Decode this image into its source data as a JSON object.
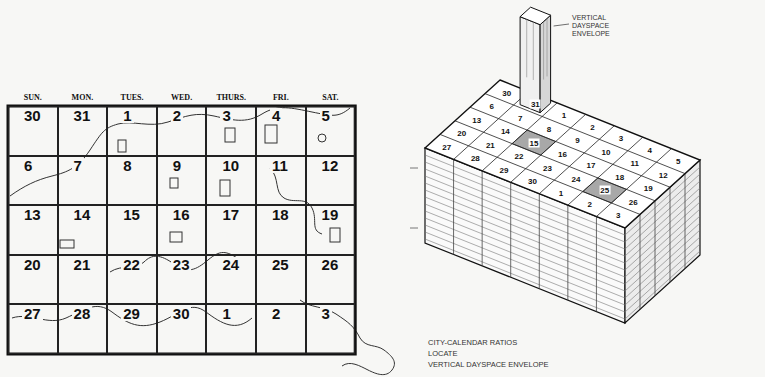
{
  "diagram": {
    "nodes": [
      {
        "text": [
          "30"
        ]
      },
      {
        "text": [
          "31"
        ]
      },
      {
        "text": [
          "1"
        ]
      },
      {
        "text": [
          "2"
        ]
      },
      {
        "text": [
          "3"
        ]
      },
      {
        "text": [
          "4"
        ]
      },
      {
        "text": [
          "5"
        ]
      },
      {
        "text": [
          "6"
        ]
      },
      {
        "text": [
          "7"
        ]
      },
      {
        "text": [
          "8"
        ]
      },
      {
        "text": [
          "9"
        ]
      },
      {
        "text": [
          "10"
        ]
      },
      {
        "text": [
          "11"
        ]
      },
      {
        "text": [
          "12"
        ]
      },
      {
        "text": [
          "13"
        ]
      },
      {
        "text": [
          "14"
        ]
      },
      {
        "text": [
          "15"
        ]
      },
      {
        "text": [
          "16"
        ]
      },
      {
        "text": [
          "17"
        ]
      },
      {
        "text": [
          "18"
        ]
      },
      {
        "text": [
          "19"
        ]
      },
      {
        "text": [
          "20"
        ]
      },
      {
        "text": [
          "21"
        ]
      },
      {
        "text": [
          "22"
        ]
      },
      {
        "text": [
          "23"
        ]
      },
      {
        "text": [
          "24"
        ]
      },
      {
        "text": [
          "25"
        ]
      },
      {
        "text": [
          "26"
        ]
      },
      {
        "text": [
          "27"
        ]
      },
      {
        "text": [
          "28"
        ]
      },
      {
        "text": [
          "29"
        ]
      },
      {
        "text": [
          "30"
        ]
      },
      {
        "text": [
          "1"
        ]
      },
      {
        "text": [
          "2"
        ]
      },
      {
        "text": [
          "3"
        ]
      }
    ],
    "labels": [
      "SUN.",
      "MON.",
      "TUES.",
      "WED.",
      "THURS.",
      "FRI.",
      "SAT.",
      "30",
      "31",
      "1",
      "2",
      "3",
      "4",
      "5",
      "6",
      "7",
      "8",
      "9",
      "10",
      "11",
      "12",
      "13",
      "14",
      "15",
      "16",
      "17",
      "18",
      "19",
      "20",
      "21",
      "22",
      "23",
      "24",
      "25",
      "26",
      "27",
      "28",
      "29",
      "30",
      "1",
      "2",
      "3",
      "VERTICAL DAYSPACE ENVELOPE",
      "CITY-CALENDAR RATIOS",
      "LOCATE",
      "VERTICAL DAYSPACE ENVELOPE"
    ]
  }
}
